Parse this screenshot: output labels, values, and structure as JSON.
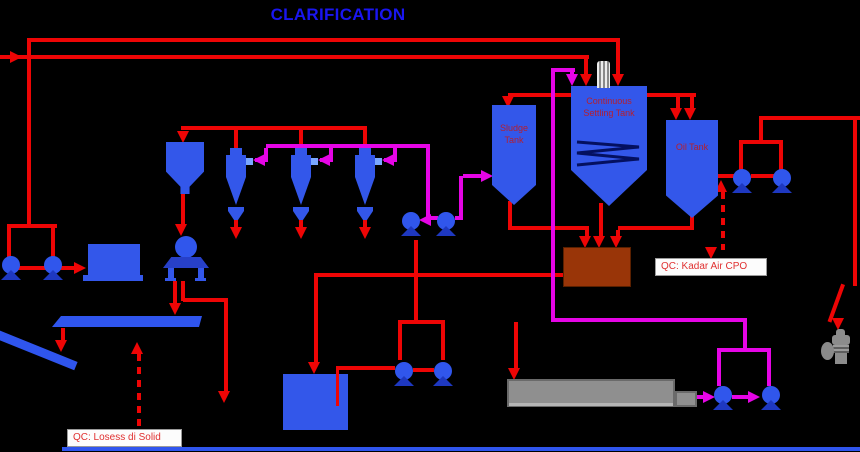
{
  "title": "CLARIFICATION",
  "equipment": {
    "settling_tank_label": "Continuous Settling Tank",
    "sludge_tank_label": "Sludge Tank",
    "oil_tank_label": "Oil Tank"
  },
  "qc_labels": {
    "cpo": "QC: Kadar Air CPO",
    "solid": "QC: Losess di Solid"
  },
  "colors": {
    "background": "#000000",
    "pipe_red": "#EE0505",
    "pipe_magenta": "#E605E6",
    "equipment_blue": "#3357EA",
    "tank_label_red": "#B51F2E",
    "qc_text_red": "#E03030",
    "title_blue": "#1A16F0",
    "storage_brown": "#993508",
    "decanter_gray": "#8F8F8F",
    "bottom_border_blue": "#2F55EE"
  }
}
